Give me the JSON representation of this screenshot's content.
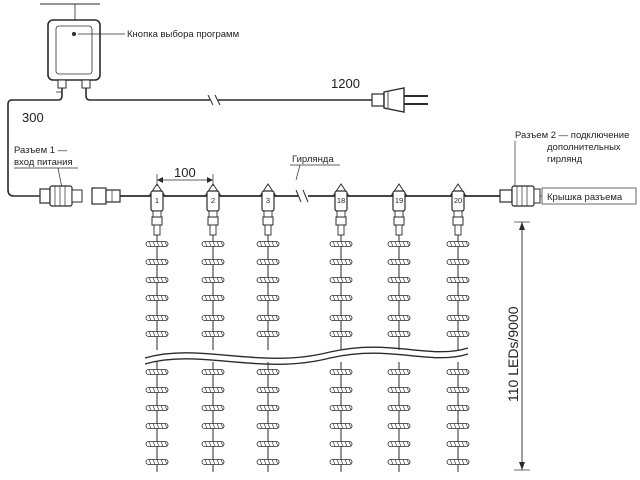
{
  "labels": {
    "button_label": "Кнопка выбора программ",
    "cable_length_1200": "1200",
    "cable_length_300": "300",
    "connector1_line1": "Разъем 1 —",
    "connector1_line2": "вход питания",
    "connector2_line1": "Разъем 2 — подключение",
    "connector2_line2": "дополнительных",
    "connector2_line3": "гирлянд",
    "garland": "Гирлянда",
    "spacing": "100",
    "cap": "Крышка разъема",
    "height": "110 LEDs/9000"
  },
  "branches": [
    "1",
    "2",
    "3",
    "18",
    "19",
    "20"
  ]
}
